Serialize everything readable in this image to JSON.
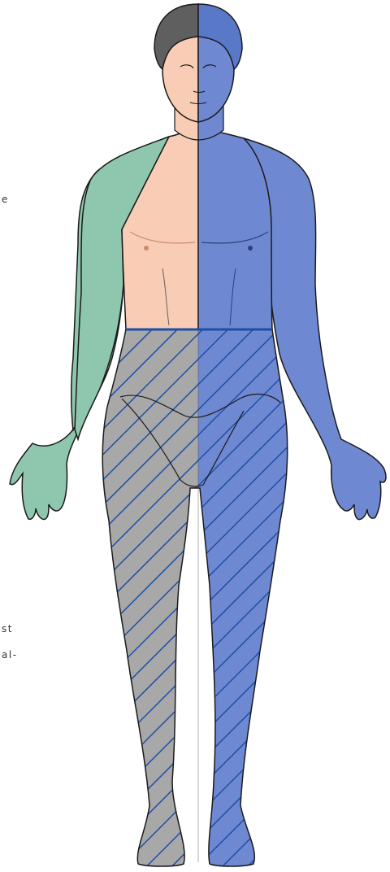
{
  "margin_text": {
    "fragment_1": "e",
    "fragment_2": "st",
    "fragment_3": "al-"
  },
  "colors": {
    "left_arm_region": "#8fc7ae",
    "right_side_region": "#6f88d2",
    "left_torso_region": "#f9cdb5",
    "left_leg_region": "#a8a8a8",
    "hair": "#5f5f5f",
    "hatch": "#1d4fa6",
    "outline": "#1a1a1a"
  },
  "icons": {
    "figure": "human-body-front-icon"
  },
  "legend_regions": {
    "left_arm": "green-region",
    "right_side": "blue-region",
    "left_chest": "peach-region",
    "lower_body": "hatched-region"
  }
}
